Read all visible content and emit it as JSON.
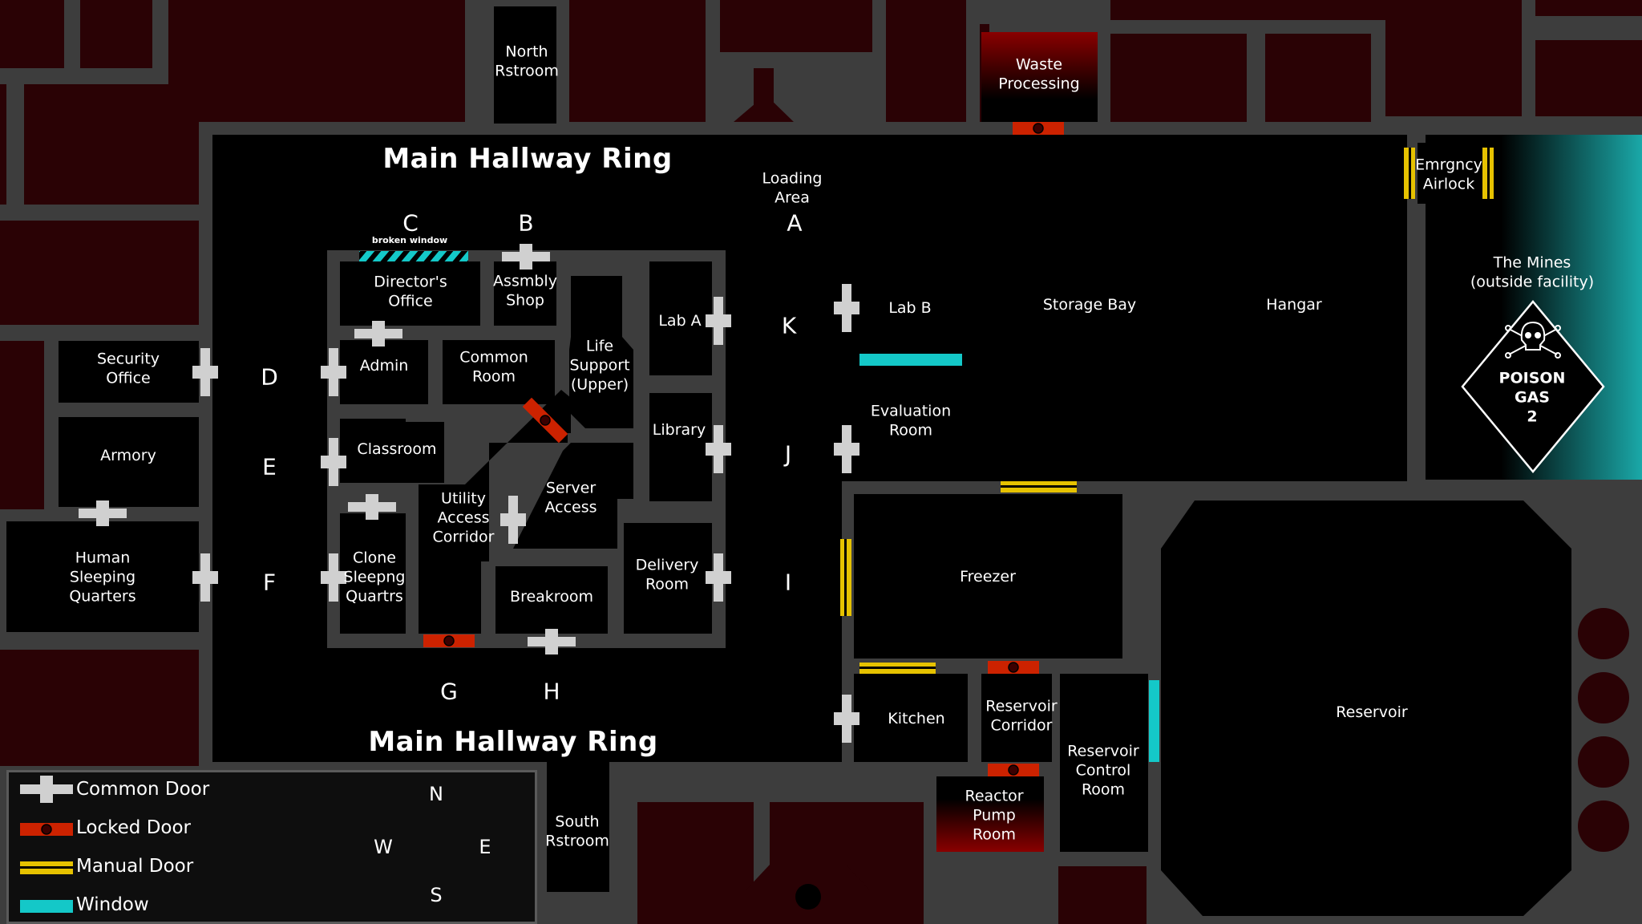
{
  "colors": {
    "wall": "#3d3d3d",
    "floor": "#000000",
    "offmap": "#2a0205",
    "common_door": "#d0d0d0",
    "locked_door": "#cc2200",
    "manual_door": "#e6c200",
    "window": "#14c8c8",
    "outside_gradient_end": "#1aa8a8"
  },
  "hallway": {
    "north_label": "Main Hallway Ring",
    "south_label": "Main Hallway Ring"
  },
  "hall_markers": [
    "A",
    "B",
    "C",
    "D",
    "E",
    "F",
    "G",
    "H",
    "I",
    "J",
    "K"
  ],
  "broken_window_note": "broken window",
  "rooms": {
    "north_restroom": "North\nRstroom",
    "south_restroom": "South\nRstroom",
    "waste_processing": "Waste\nProcessing",
    "loading_area": "Loading\nArea",
    "emergency_airlock": "Emrgncy\nAirlock",
    "the_mines": "The Mines\n(outside facility)",
    "directors_office": "Director's\nOffice",
    "assembly_shop": "Assmbly\nShop",
    "lab_a": "Lab A",
    "lab_b": "Lab B",
    "storage_bay": "Storage Bay",
    "hangar": "Hangar",
    "security_office": "Security\nOffice",
    "admin": "Admin",
    "common_room": "Common\nRoom",
    "life_support": "Life\nSupport\n(Upper)",
    "armory": "Armory",
    "classroom": "Classroom",
    "library": "Library",
    "evaluation_room": "Evaluation\nRoom",
    "utility_corridor": "Utility\nAccess\nCorridor",
    "server_access": "Server\nAccess",
    "human_sleeping": "Human\nSleeping\nQuarters",
    "clone_sleeping": "Clone\nSleepng\nQuartrs",
    "delivery_room": "Delivery\nRoom",
    "freezer": "Freezer",
    "breakroom": "Breakroom",
    "kitchen": "Kitchen",
    "reservoir_corridor": "Reservoir\nCorridor",
    "reservoir_control": "Reservoir\nControl\nRoom",
    "reactor_pump": "Reactor\nPump\nRoom",
    "reservoir": "Reservoir"
  },
  "hazard": {
    "icon": "skull-crossbones-icon",
    "text": "POISON\nGAS\n2"
  },
  "compass": {
    "icon": "compass-rose-icon",
    "north": "N",
    "south": "S",
    "east": "E",
    "west": "W"
  },
  "legend": {
    "items": [
      {
        "label": "Common Door",
        "icon": "common-door-icon"
      },
      {
        "label": "Locked Door",
        "icon": "locked-door-icon"
      },
      {
        "label": "Manual Door",
        "icon": "manual-door-icon"
      },
      {
        "label": "Window",
        "icon": "window-icon"
      }
    ]
  }
}
